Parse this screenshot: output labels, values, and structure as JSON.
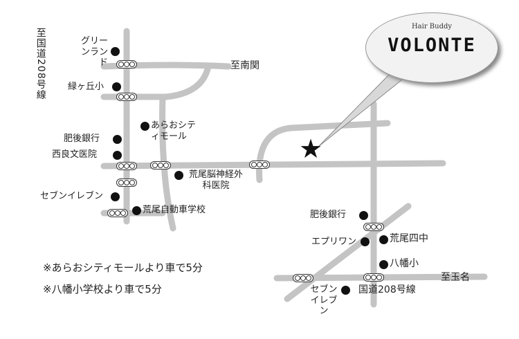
{
  "logo": {
    "subtitle": "Hair Buddy",
    "name": "VOLONTE"
  },
  "destinations": {
    "left_route": "至国道208号線",
    "nankan": "至南関",
    "tamana": "至玉名"
  },
  "landmarks": [
    {
      "id": "green-land",
      "label": "グリーンランド"
    },
    {
      "id": "midorigaoka",
      "label": "緑ヶ丘小"
    },
    {
      "id": "arao-city-mall",
      "label": "あらおシティモール"
    },
    {
      "id": "higo-bank-1",
      "label": "肥後銀行"
    },
    {
      "id": "nishira-clinic",
      "label": "西良文医院"
    },
    {
      "id": "arao-neuro",
      "label": "荒尾脳神経外科医院"
    },
    {
      "id": "seven-eleven-1",
      "label": "セブンイレブン"
    },
    {
      "id": "arao-driving-school",
      "label": "荒尾自動車学校"
    },
    {
      "id": "higo-bank-2",
      "label": "肥後銀行"
    },
    {
      "id": "epri-one",
      "label": "エプリワン"
    },
    {
      "id": "arao-4th-jhs",
      "label": "荒尾四中"
    },
    {
      "id": "yahata-elementary",
      "label": "八幡小"
    },
    {
      "id": "seven-eleven-2",
      "label": "セブンイレブン"
    },
    {
      "id": "route-208",
      "label": "国道208号線"
    }
  ],
  "notes": [
    "※あらおシティモールより車で5分",
    "※八幡小学校より車で5分"
  ],
  "colors": {
    "road": "#c4c4c4",
    "marker": "#111111"
  }
}
